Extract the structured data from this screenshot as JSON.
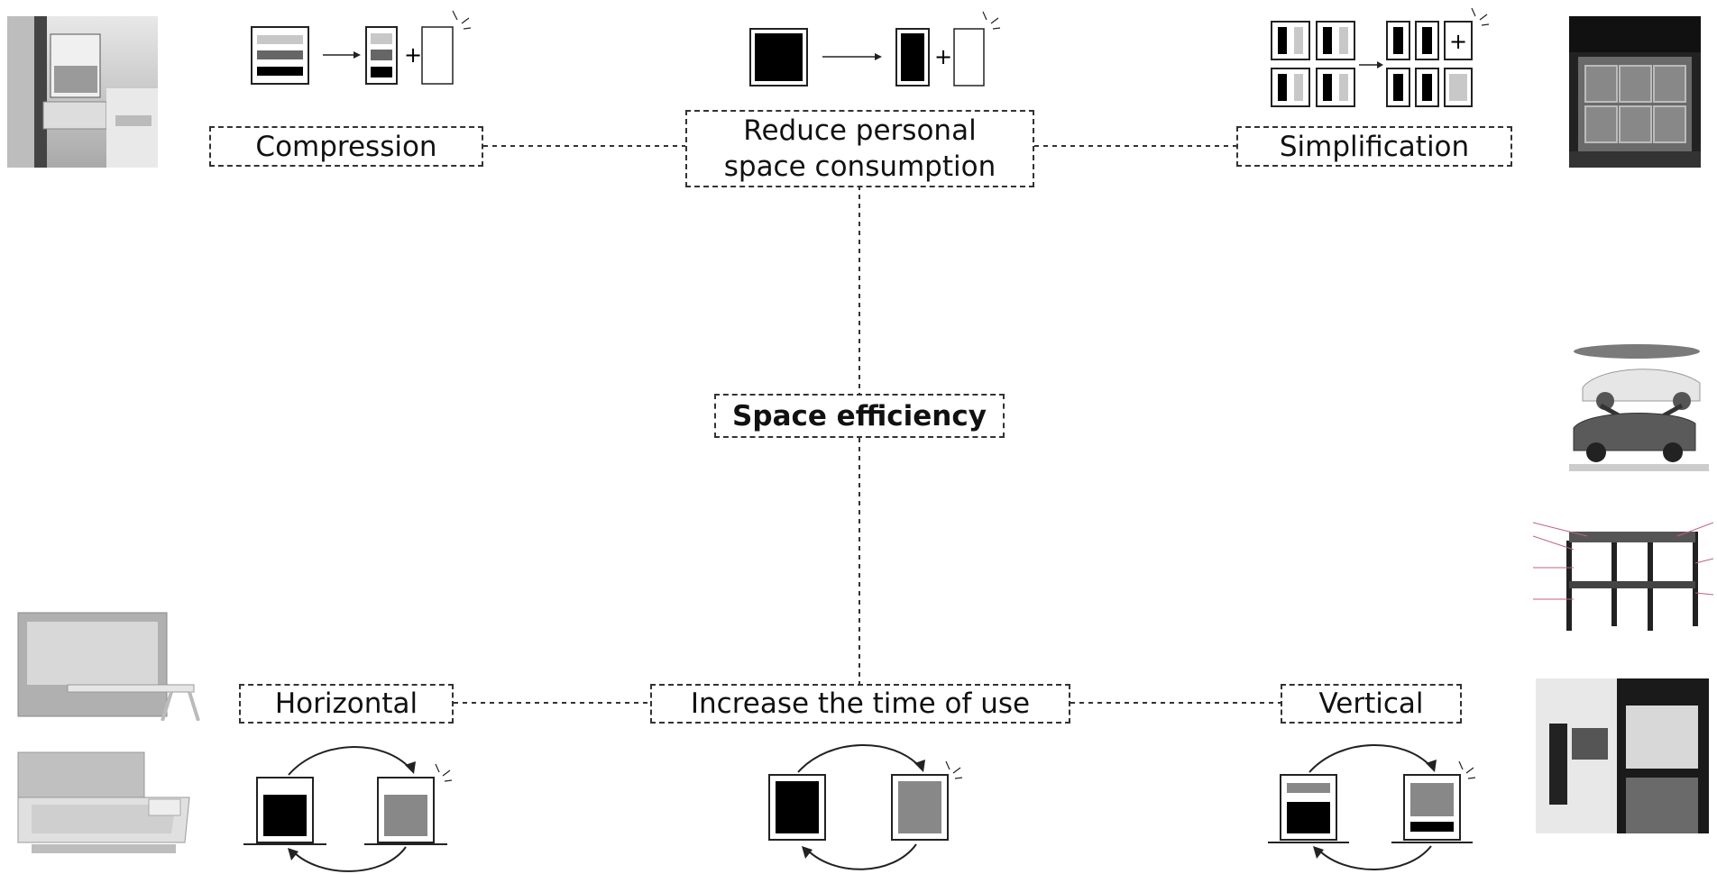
{
  "nodes": {
    "compression": "Compression",
    "reduce_line1": "Reduce personal",
    "reduce_line2": "space consumption",
    "simplification": "Simplification",
    "space_efficiency": "Space efficiency",
    "horizontal": "Horizontal",
    "increase_time": "Increase the time of use",
    "vertical": "Vertical"
  },
  "icons": {
    "plus": "+"
  },
  "colors": {
    "black": "#000000",
    "dark_gray": "#666666",
    "mid_gray": "#888888",
    "light_gray": "#c8c8c8",
    "line": "#333333"
  }
}
